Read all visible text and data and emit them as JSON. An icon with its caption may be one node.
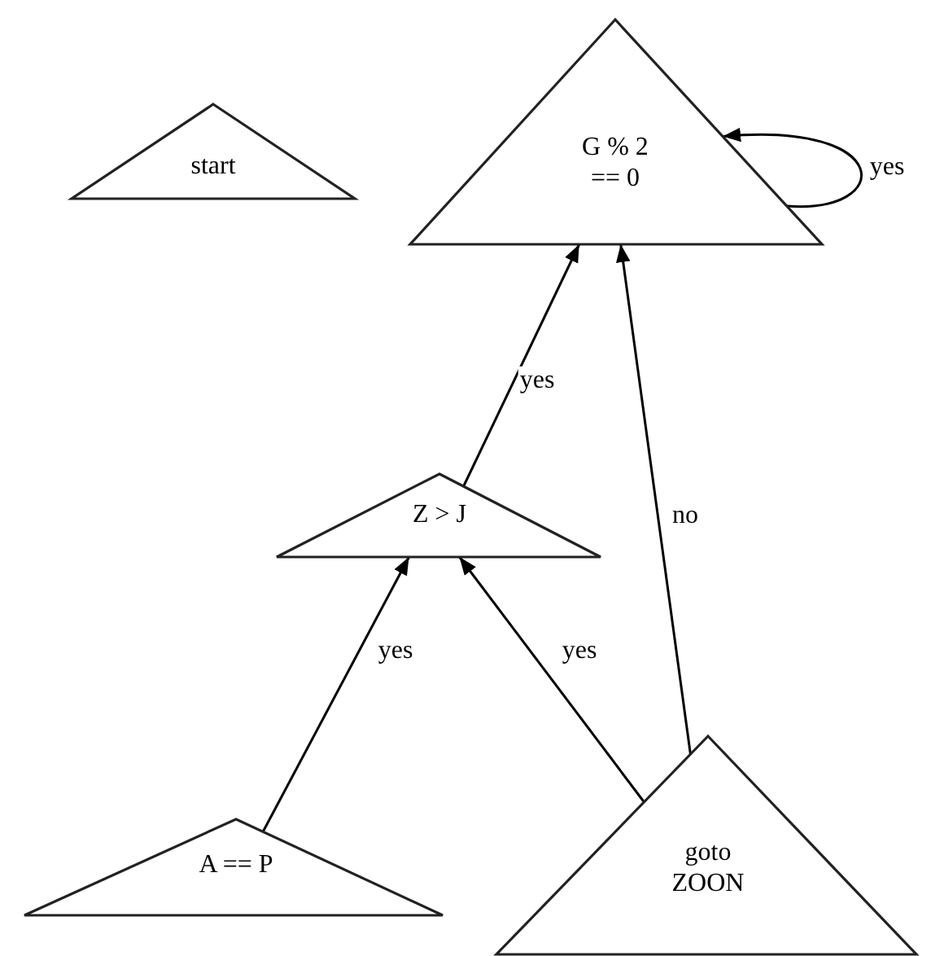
{
  "diagram": {
    "nodes": [
      {
        "text": [
          "start"
        ]
      },
      {
        "text": [
          "G % 2 == 0"
        ]
      },
      {
        "text": [
          "Z > J"
        ]
      },
      {
        "text": [
          "A == P"
        ]
      },
      {
        "text": [
          "goto ZOON"
        ]
      }
    ],
    "edges": [
      {
        "from": 1,
        "to": 1,
        "label": "yes",
        "arrow": "to"
      },
      {
        "from": 2,
        "to": 1,
        "label": "yes",
        "arrow": "to"
      },
      {
        "from": 3,
        "to": 2,
        "label": "yes",
        "arrow": "to"
      },
      {
        "from": 4,
        "to": 2,
        "label": "yes",
        "arrow": "to"
      },
      {
        "from": 4,
        "to": 1,
        "label": "no",
        "arrow": "to"
      }
    ]
  }
}
